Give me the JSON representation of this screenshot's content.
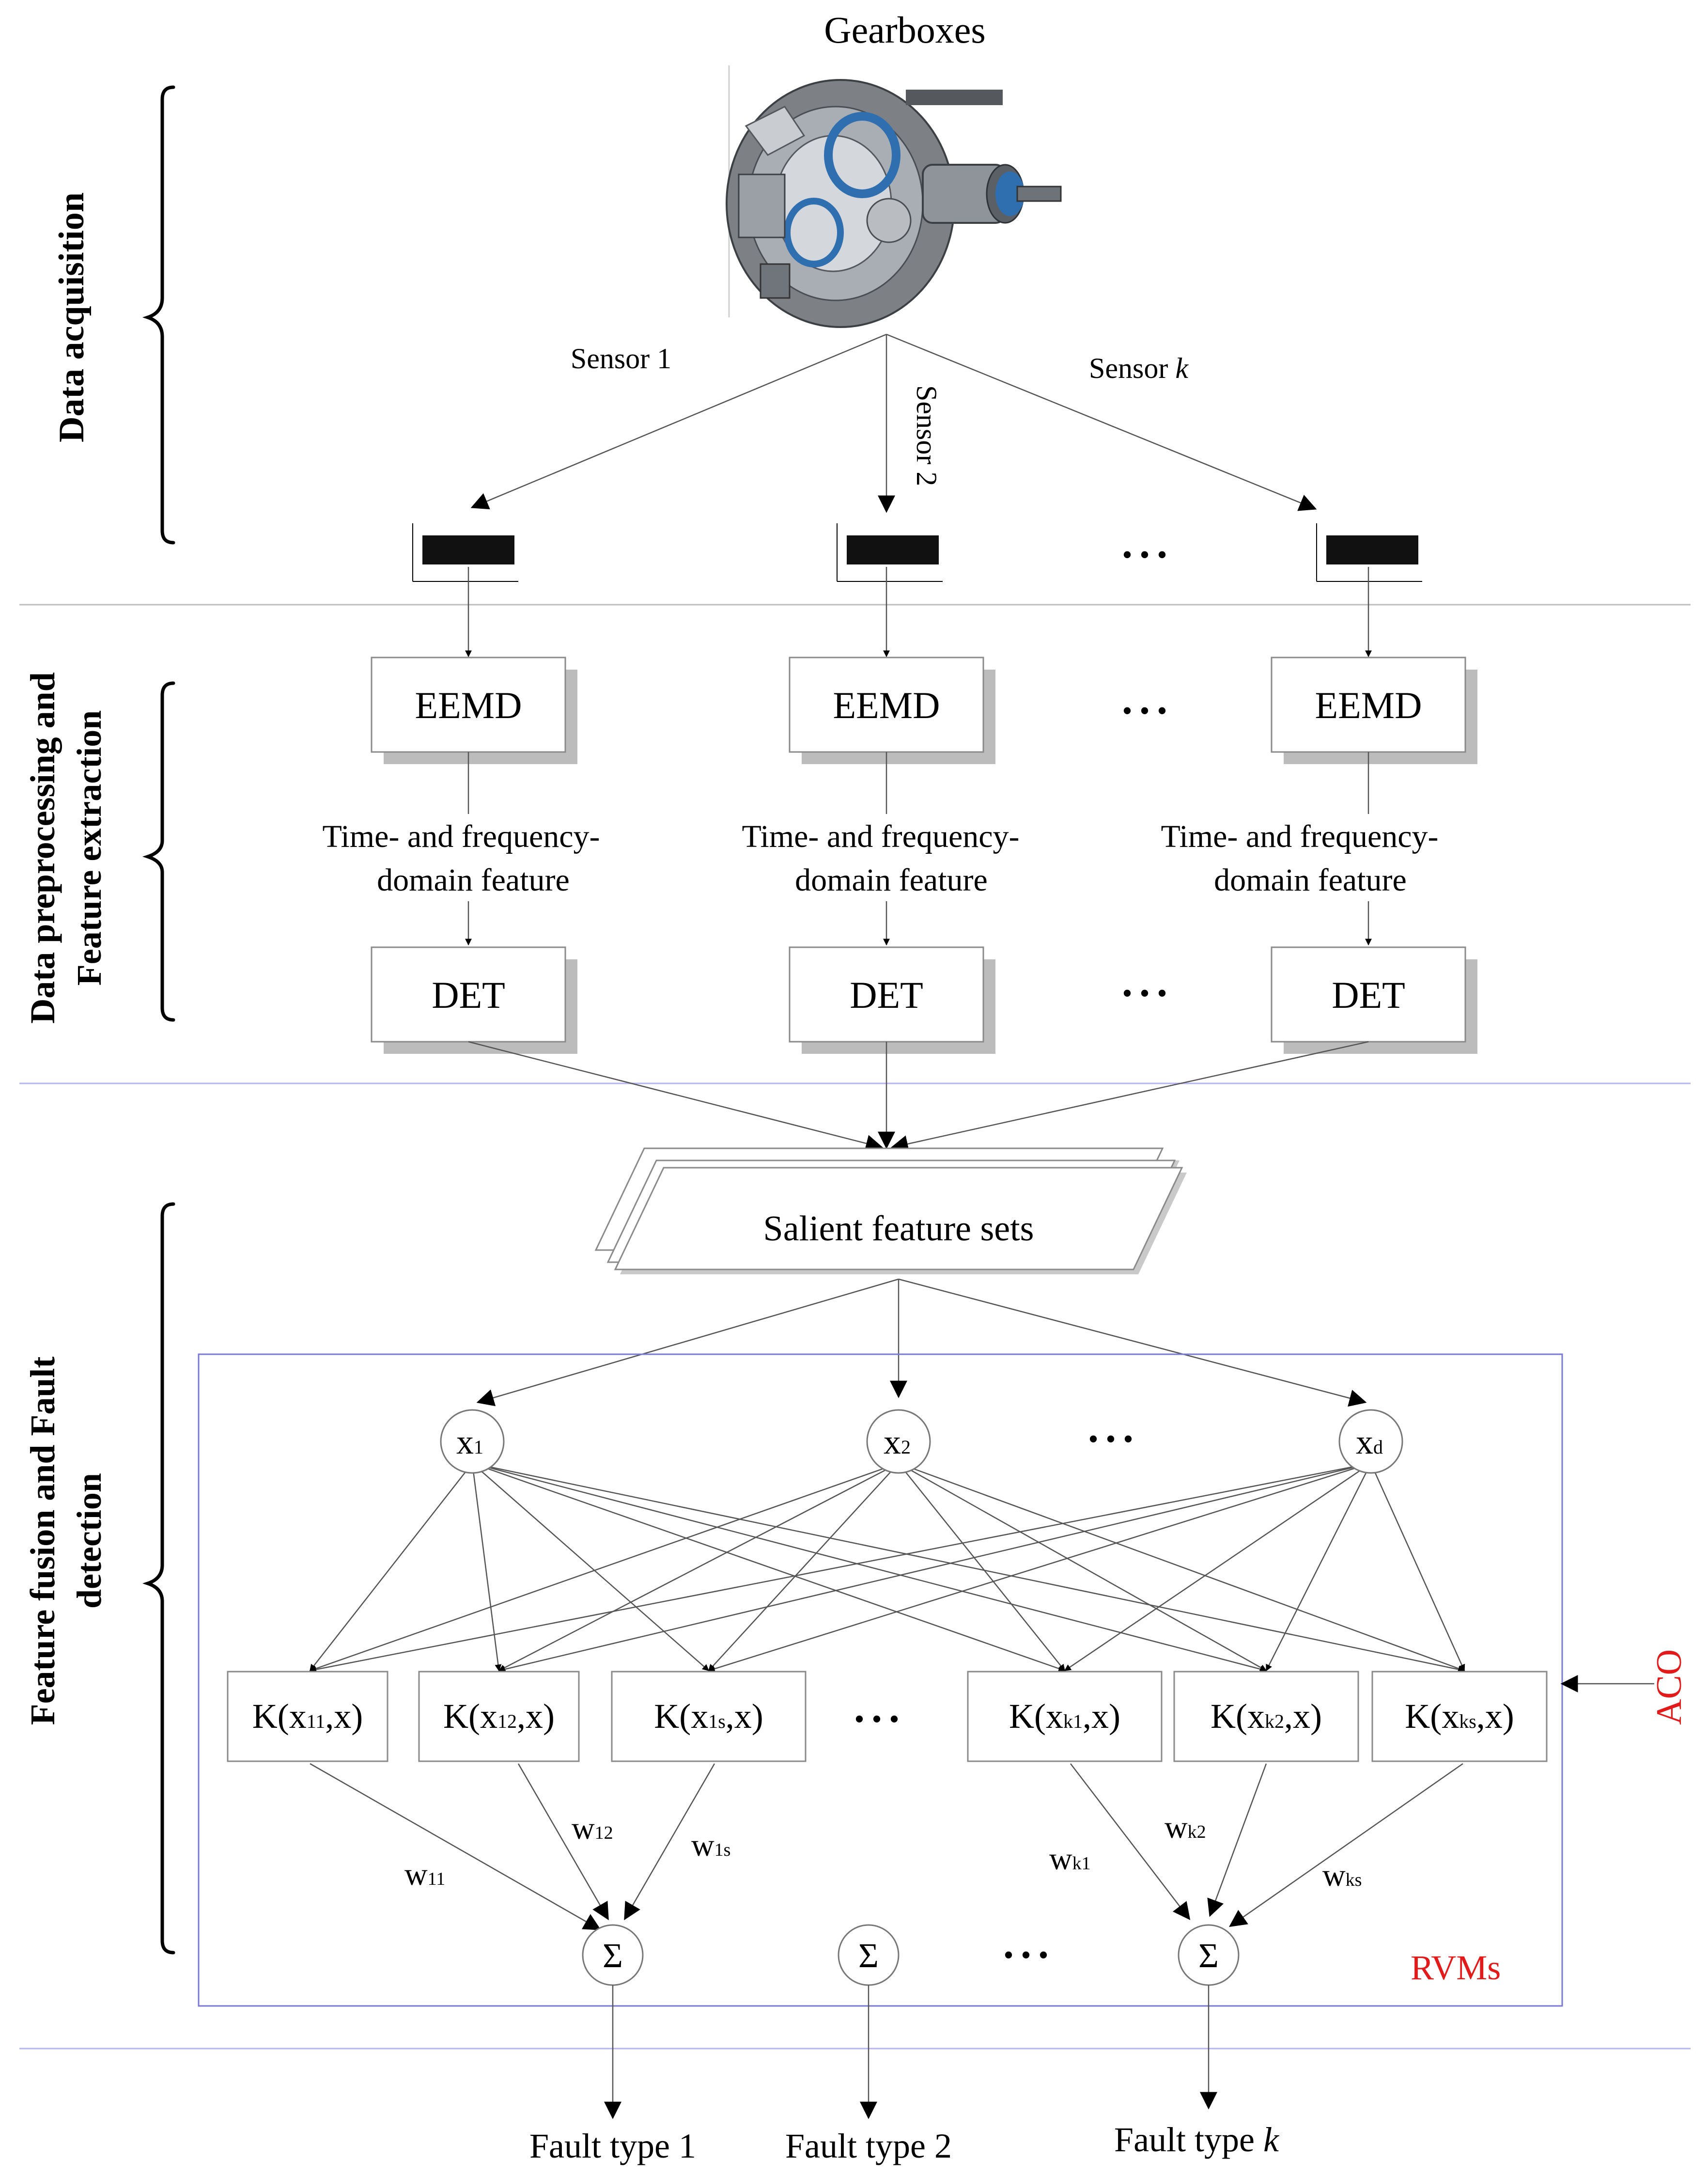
{
  "sections": {
    "acquisition": "Data acquisition",
    "preprocess_line1": "Data preprocessing and",
    "preprocess_line2": "Feature extraction",
    "fusion_line1": "Feature fusion  and  Fault",
    "fusion_line2": "detection"
  },
  "gearbox": {
    "title": "Gearboxes",
    "image": "gearbox-cutaway-illustration"
  },
  "sensors": {
    "s1": "Sensor 1",
    "s2": "Sensor 2",
    "sk_prefix": "Sensor ",
    "sk_var": "k"
  },
  "eemd": "EEMD",
  "det": "DET",
  "feature_label": {
    "line1": "Time- and frequency-",
    "line2": "domain feature"
  },
  "ellipsis": "• • •",
  "salient": "Salient feature sets",
  "inputs": [
    {
      "base": "x",
      "sub": "1"
    },
    {
      "base": "x",
      "sub": "2"
    },
    {
      "base": "x",
      "sub": "d"
    }
  ],
  "kernels": [
    {
      "pre": "K(x",
      "sub": "11",
      "post": ",x)"
    },
    {
      "pre": "K(x",
      "sub": "12",
      "post": ",x)"
    },
    {
      "pre": "K(x",
      "sub": "1s",
      "post": ",x)"
    },
    {
      "pre": "K(x",
      "sub": "k1",
      "post": ",x)"
    },
    {
      "pre": "K(x",
      "sub": "k2",
      "post": ",x)"
    },
    {
      "pre": "K(x",
      "sub": "ks",
      "post": ",x)"
    }
  ],
  "weights": [
    {
      "base": "w",
      "sub": "11"
    },
    {
      "base": "w",
      "sub": "12"
    },
    {
      "base": "w",
      "sub": "1s"
    },
    {
      "base": "w",
      "sub": "k1"
    },
    {
      "base": "w",
      "sub": "k2"
    },
    {
      "base": "w",
      "sub": "ks"
    }
  ],
  "sigma": "Σ",
  "aco": "ACO",
  "rvms": "RVMs",
  "faults": {
    "f1": "Fault type 1",
    "f2": "Fault type 2",
    "fk_prefix": "Fault type ",
    "fk_var": "k"
  },
  "colors": {
    "accent_red": "#e31a1a",
    "frame_blue": "#7a7ad6",
    "separator_blue": "#b5b5f0"
  }
}
